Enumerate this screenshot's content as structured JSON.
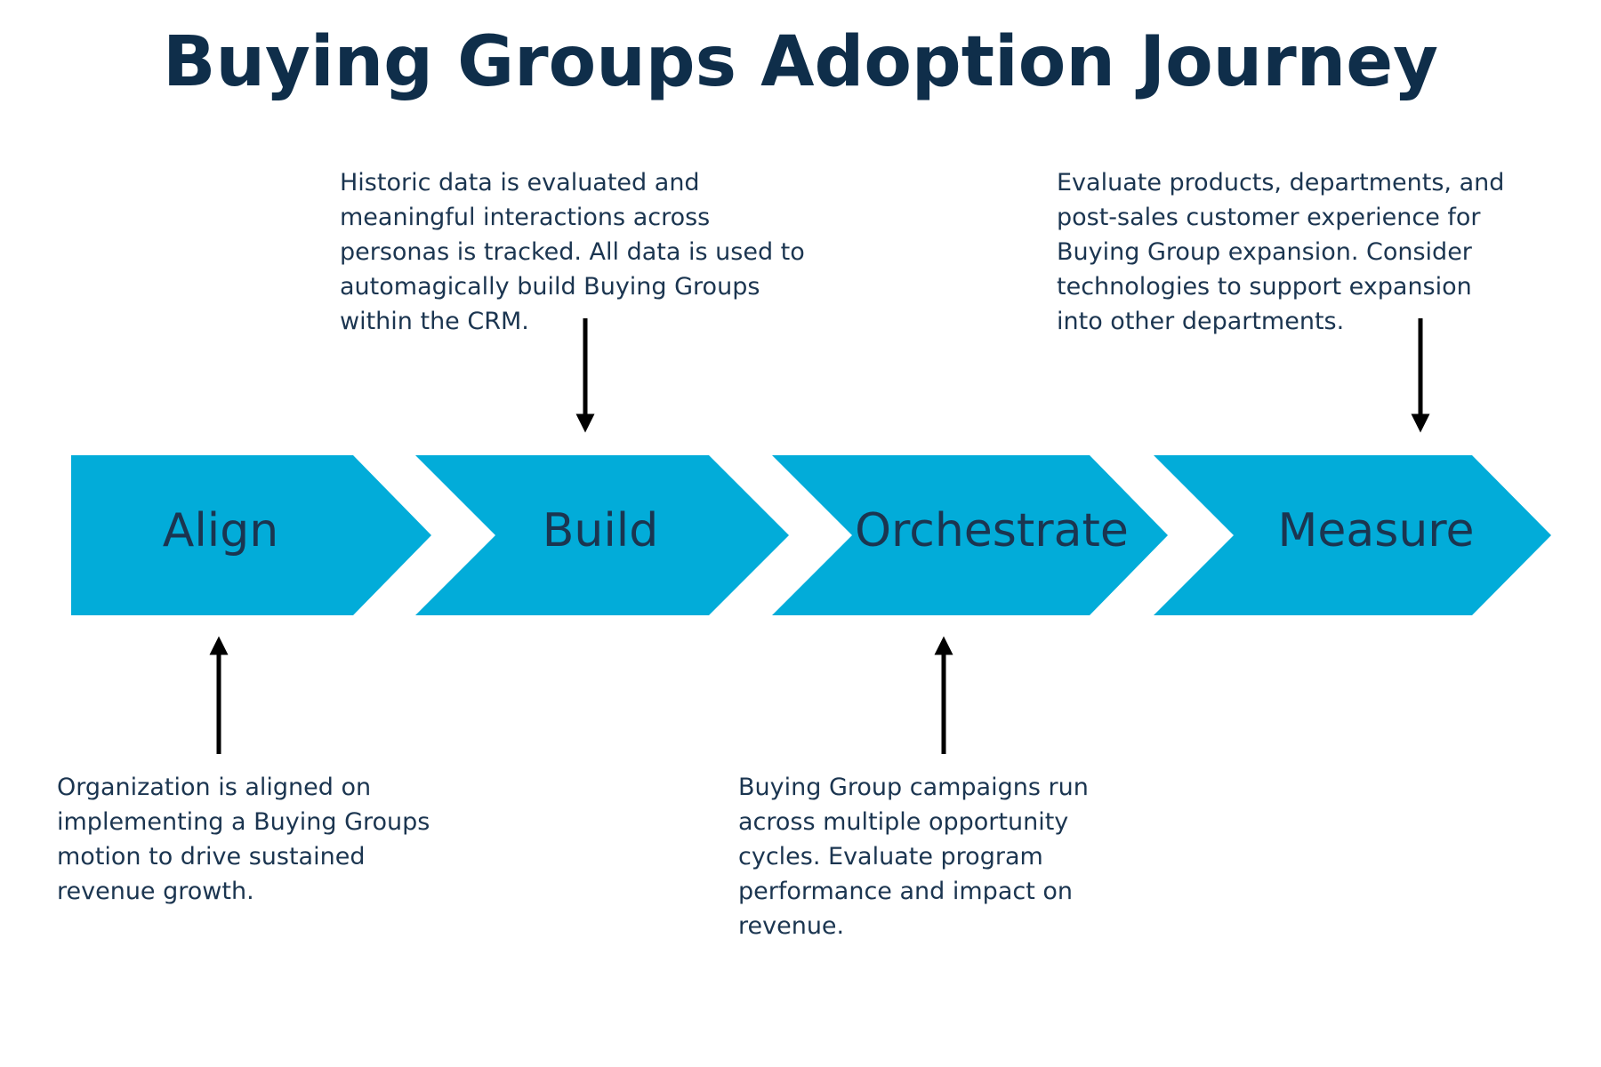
{
  "title": "Buying Groups Adoption Journey",
  "colors": {
    "chevron_fill": "#02acd9",
    "title_text": "#0f2e4a",
    "body_text": "#1b3550",
    "arrow": "#000000"
  },
  "stages": [
    {
      "label": "Align"
    },
    {
      "label": "Build"
    },
    {
      "label": "Orchestrate"
    },
    {
      "label": "Measure"
    }
  ],
  "notes": {
    "build": "Historic data is evaluated  and\nmeaningful interactions across\npersonas is tracked. All data is used to\nautomagically build Buying Groups\nwithin the CRM.",
    "measure": "Evaluate products, departments, and\npost-sales customer experience for\nBuying Group expansion. Consider\ntechnologies to support expansion\ninto other departments.",
    "align": "Organization is aligned on\nimplementing a Buying Groups\nmotion to drive sustained\nrevenue growth.",
    "orchestrate": "Buying Group campaigns run\nacross multiple opportunity\ncycles. Evaluate program\nperformance and impact on\nrevenue."
  }
}
